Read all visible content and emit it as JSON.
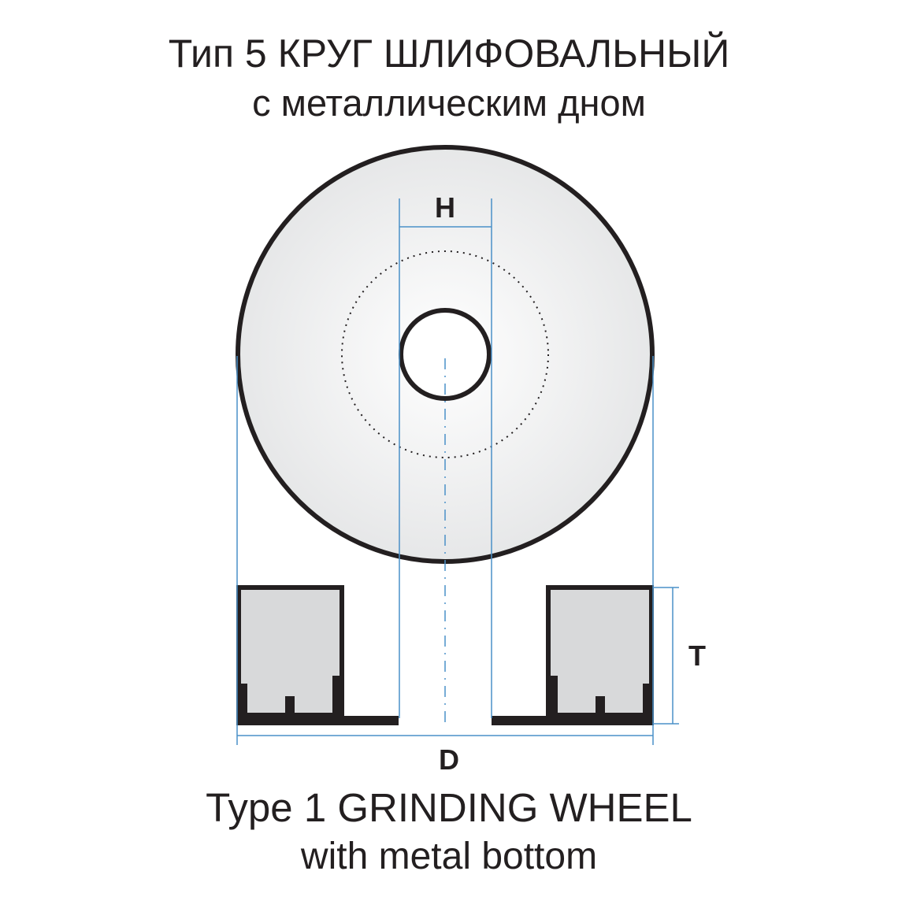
{
  "titles": {
    "ru_line1": "Тип 5  КРУГ ШЛИФОВАЛЬНЫЙ",
    "ru_line2": "с металлическим дном",
    "en_line1": "Type 1  GRINDING WHEEL",
    "en_line2": "with metal bottom"
  },
  "dimensions": {
    "bore": "H",
    "thickness": "T",
    "diameter": "D"
  },
  "colors": {
    "outline": "#231f20",
    "dimension_line": "#4a90c8",
    "abrasive_fill": "#d8d9da",
    "wheel_face_center": "#ffffff",
    "wheel_face_edge": "#e6e7e8"
  }
}
